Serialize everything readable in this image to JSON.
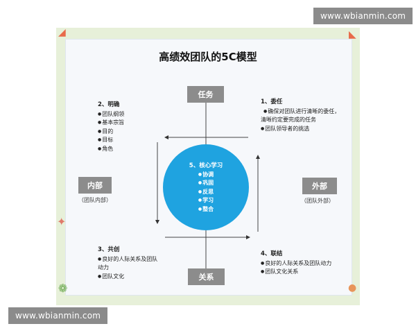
{
  "watermark": "www.wbianmin.com",
  "title": "高绩效团队的5C模型",
  "boxes": {
    "top": "任务",
    "left": "内部",
    "right": "外部",
    "bottom": "关系"
  },
  "captions": {
    "left": "（团队内部）",
    "right": "（团队外部）"
  },
  "sections": {
    "s1": {
      "heading": "1、委任",
      "items": [
        "确保对团队进行清晰的委任，清晰约定要完成的任务",
        "团队领导者的挑选"
      ]
    },
    "s2": {
      "heading": "2、明确",
      "items": [
        "团队纲领",
        "基本宗旨",
        "目的",
        "目标",
        "角色"
      ]
    },
    "s3": {
      "heading": "3、共创",
      "items": [
        "良好的人际关系及团队动力",
        "团队文化"
      ]
    },
    "s4": {
      "heading": "4、联结",
      "items": [
        "良好的人际关系及团队动力",
        "团队文化关系"
      ]
    },
    "s5": {
      "heading": "5、核心学习",
      "items": [
        "协调",
        "巩固",
        "反思",
        "学习",
        "整合"
      ]
    }
  },
  "colors": {
    "circle": "#1fa3e0",
    "box": "#8c8c8c",
    "frame": "#e7f0d9"
  }
}
